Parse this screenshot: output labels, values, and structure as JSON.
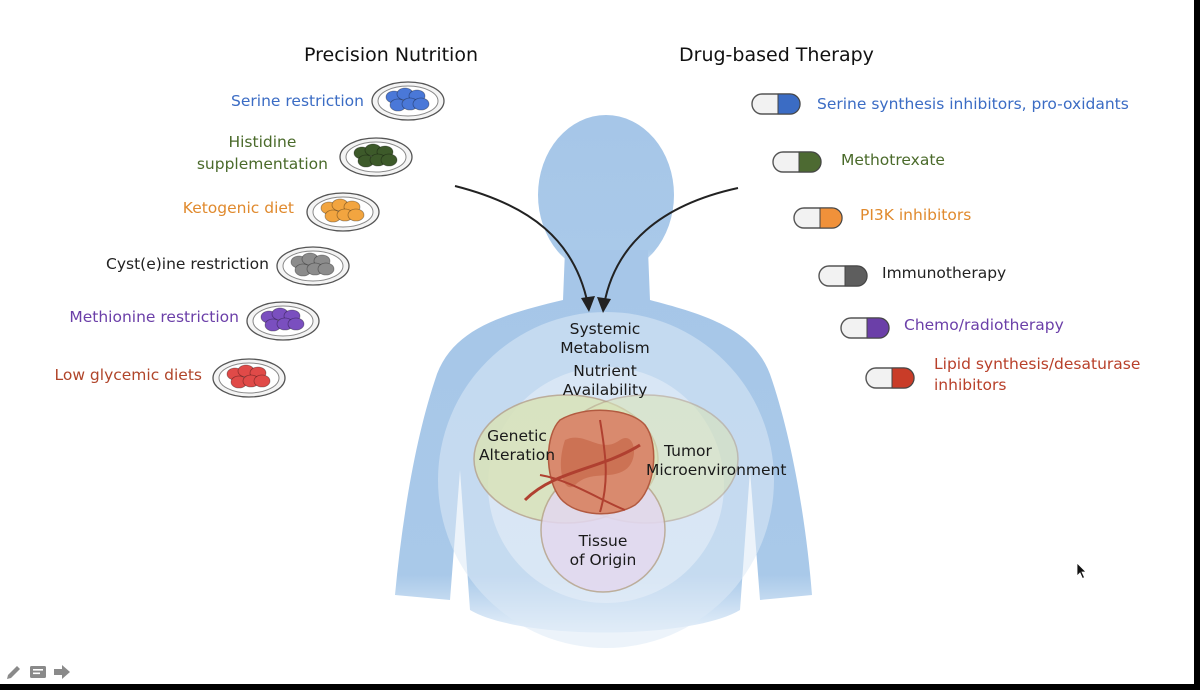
{
  "headings": {
    "left": "Precision Nutrition",
    "right": "Drug-based Therapy"
  },
  "nutrition": [
    {
      "line1": "Serine restriction",
      "line2": "",
      "color": "#3b6cc4",
      "food": "#4a78d8"
    },
    {
      "line1": "Histidine",
      "line2": "supplementation",
      "color": "#4a6a2a",
      "food": "#3d5a2a"
    },
    {
      "line1": "Ketogenic diet",
      "line2": "",
      "color": "#e08a2e",
      "food": "#f2a540"
    },
    {
      "line1": "Cyst(e)ine restriction",
      "line2": "",
      "color": "#222222",
      "food": "#8c8c8c"
    },
    {
      "line1": "Methionine restriction",
      "line2": "",
      "color": "#6b3fa8",
      "food": "#7a4fbf"
    },
    {
      "line1": "Low glycemic diets",
      "line2": "",
      "color": "#b0452a",
      "food": "#e04a48"
    }
  ],
  "drugs": [
    {
      "line1": "Serine synthesis inhibitors, pro-oxidants",
      "line2": "",
      "color": "#3b6cc4",
      "cap": "#3b6cc4"
    },
    {
      "line1": "Methotrexate",
      "line2": "",
      "color": "#4a6a2a",
      "cap": "#4d6a32"
    },
    {
      "line1": "PI3K inhibitors",
      "line2": "",
      "color": "#e08a2e",
      "cap": "#f0913a"
    },
    {
      "line1": "Immunotherapy",
      "line2": "",
      "color": "#222222",
      "cap": "#5e5e5e"
    },
    {
      "line1": "Chemo/radiotherapy",
      "line2": "",
      "color": "#6b3fa8",
      "cap": "#6b3fa8"
    },
    {
      "line1": "Lipid synthesis/desaturase",
      "line2": "inhibitors",
      "color": "#b8402a",
      "cap": "#c93c28"
    }
  ],
  "body": {
    "systemic_line1": "Systemic",
    "systemic_line2": "Metabolism",
    "nutrient_line1": "Nutrient",
    "nutrient_line2": "Availability",
    "genetic_line1": "Genetic",
    "genetic_line2": "Alteration",
    "tumor_line1": "Tumor",
    "tumor_line2": "Microenvironment",
    "tissue_line1": "Tissue",
    "tissue_line2": "of Origin"
  },
  "colors": {
    "body_fill": "#a9c8e8",
    "venn_green": "#d9e3b8",
    "venn_purple": "#e3d8ef",
    "tumor": "#c86b4e"
  },
  "toolbar_icons": [
    "pen-icon",
    "notes-icon",
    "arrow-right-icon"
  ]
}
